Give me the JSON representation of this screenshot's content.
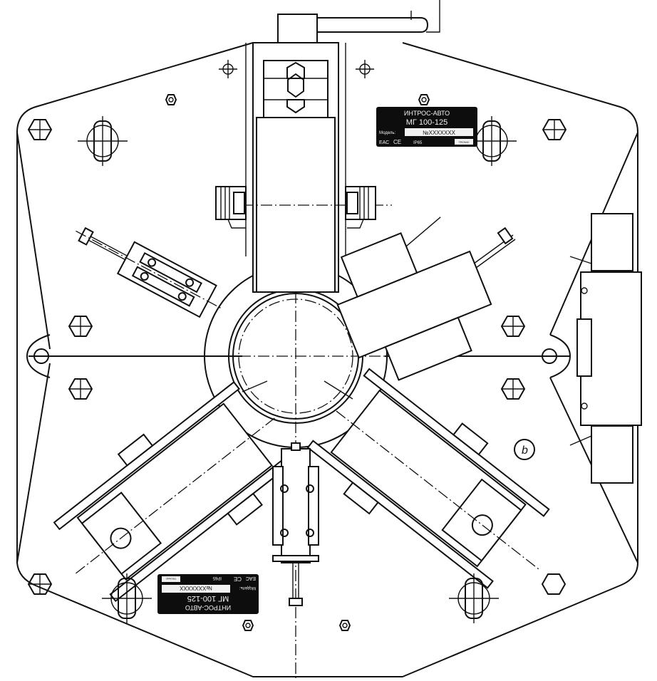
{
  "drawing": {
    "title": "Magnetic drilling stand MG 100-125 top view",
    "line_color": "#111111",
    "background": "#ffffff"
  },
  "nameplate": {
    "brand": "ИНТРОС-АВТО",
    "model": "МГ 100-125",
    "model_label": "Модель:",
    "serial": "№XXXXXXX",
    "marks": [
      "ЕАС",
      "CE",
      "IP65"
    ],
    "badge": "TRONIC"
  },
  "nameplate_bottom": {
    "brand": "ИНТРОС-АВТО",
    "model": "МГ 100-125",
    "model_label": "Модель:",
    "serial": "№XXXXXXX",
    "marks": [
      "ЕАС",
      "CE",
      "IP65"
    ],
    "badge": "TRONIC"
  },
  "symbols": {
    "rotation_mark": "b"
  }
}
